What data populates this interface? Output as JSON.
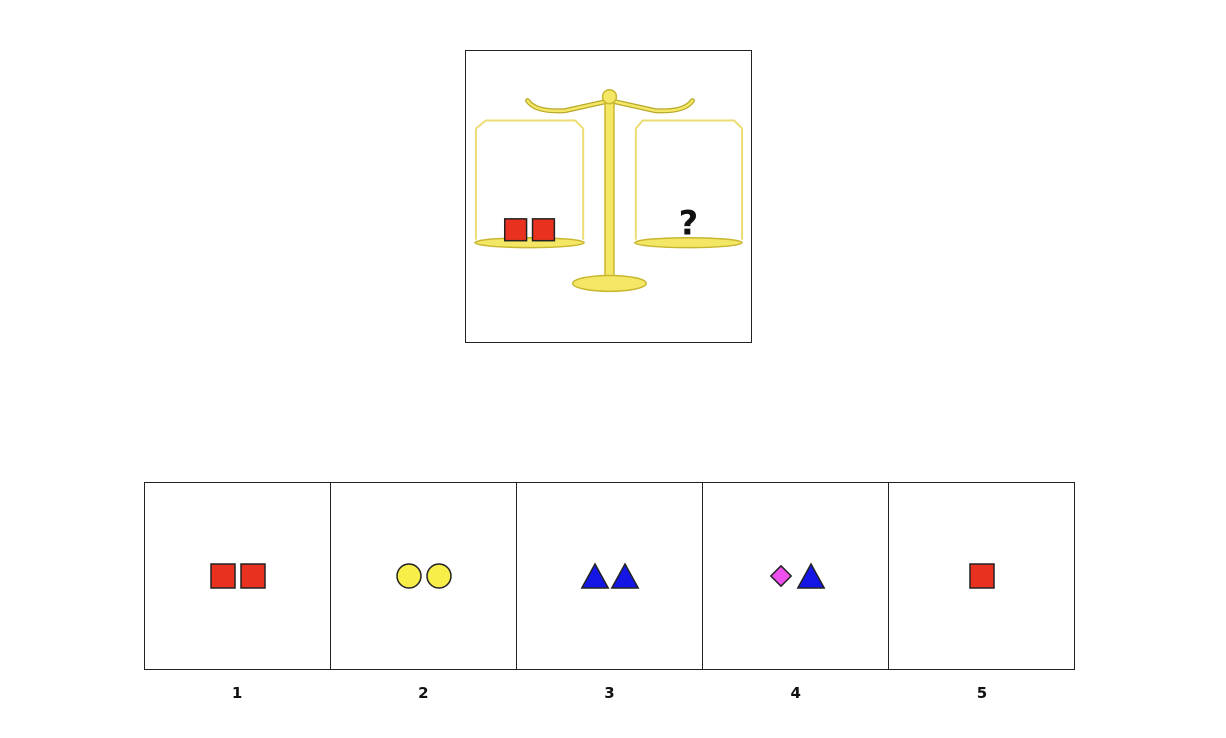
{
  "question": {
    "unknown_mark": "?",
    "left_pan_items": [
      "red-square",
      "red-square"
    ]
  },
  "colors": {
    "scale": "#f4e766",
    "scale_stroke": "#c8b62e",
    "red_square": "#e8321f",
    "yellow_circle": "#f8ee4a",
    "blue_triangle": "#1416e6",
    "magenta_diamond": "#ee50ee",
    "outline": "#222222"
  },
  "options": [
    {
      "label": "1",
      "items": [
        "red-square",
        "red-square"
      ]
    },
    {
      "label": "2",
      "items": [
        "yellow-circle",
        "yellow-circle"
      ]
    },
    {
      "label": "3",
      "items": [
        "blue-triangle",
        "blue-triangle"
      ]
    },
    {
      "label": "4",
      "items": [
        "magenta-diamond",
        "blue-triangle"
      ]
    },
    {
      "label": "5",
      "items": [
        "red-square"
      ]
    }
  ]
}
